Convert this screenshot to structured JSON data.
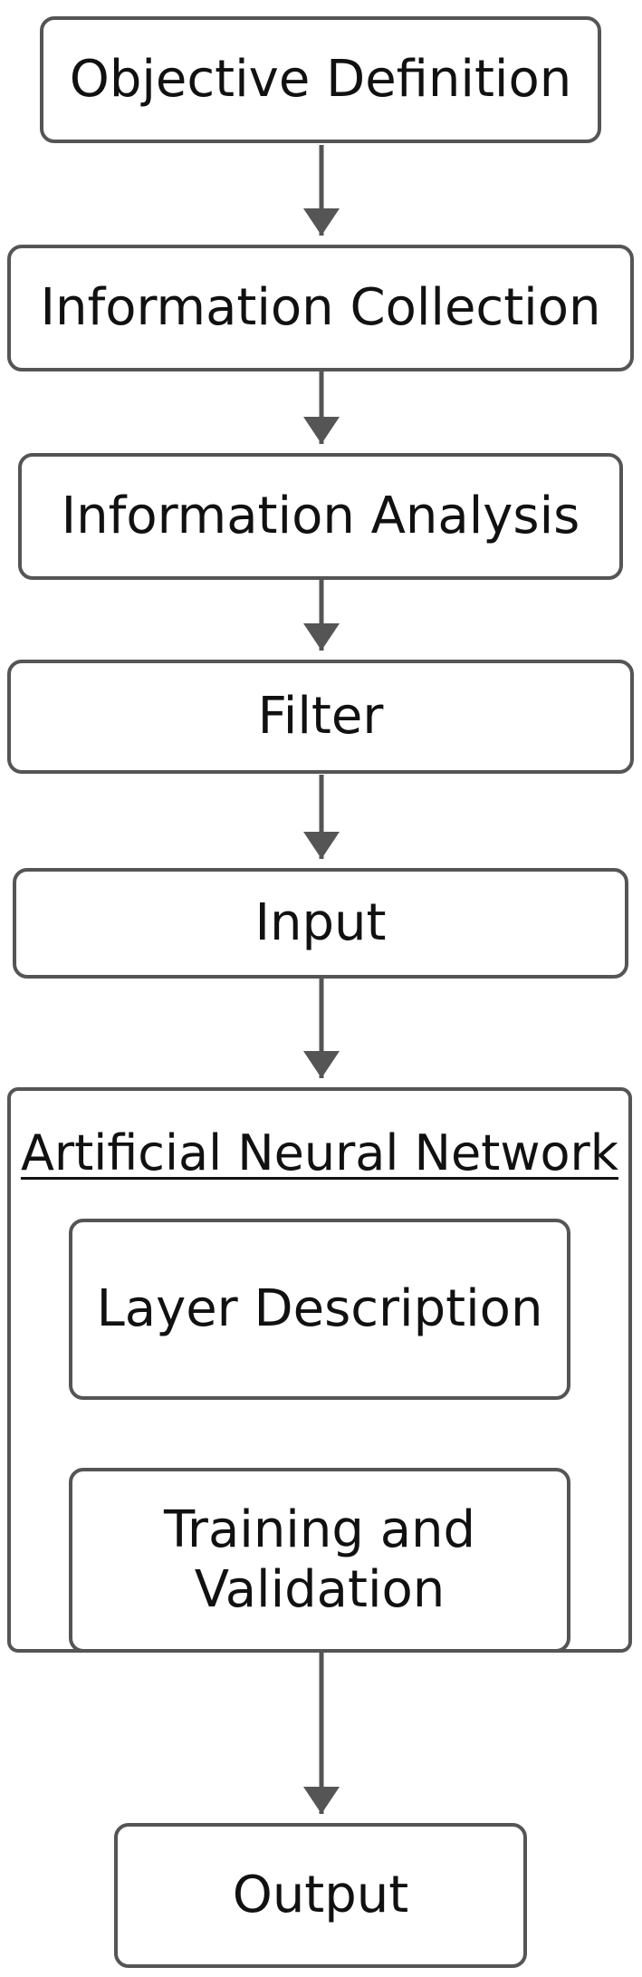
{
  "steps": {
    "objective": "Objective Definition",
    "collection": "Information Collection",
    "analysis": "Information Analysis",
    "filter": "Filter",
    "input": "Input",
    "ann_title": "Artificial Neural Network",
    "layer": "Layer Description",
    "training": "Training and\nValidation",
    "output": "Output"
  },
  "colors": {
    "stroke": "#555555",
    "text": "#111111"
  }
}
